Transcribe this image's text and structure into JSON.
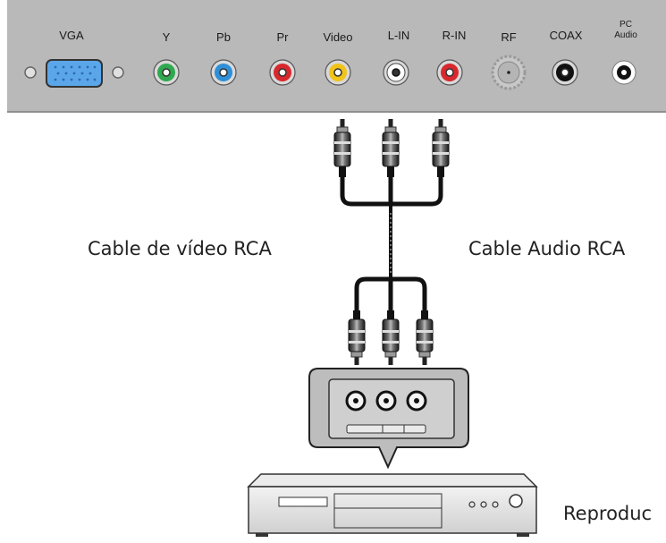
{
  "panel": {
    "ports": [
      {
        "key": "vga",
        "label": "VGA"
      },
      {
        "key": "y",
        "label": "Y",
        "color": "#2fa84f"
      },
      {
        "key": "pb",
        "label": "Pb",
        "color": "#2f8fd8"
      },
      {
        "key": "pr",
        "label": "Pr",
        "color": "#d8282e"
      },
      {
        "key": "video",
        "label": "Video",
        "color": "#f0c419"
      },
      {
        "key": "l_in",
        "label": "L-IN",
        "color": "#ffffff"
      },
      {
        "key": "r_in",
        "label": "R-IN",
        "color": "#d8282e"
      },
      {
        "key": "rf",
        "label": "RF"
      },
      {
        "key": "coax",
        "label": "COAX",
        "color": "#111111"
      },
      {
        "key": "pc_audio",
        "label_line1": "PC",
        "label_line2": "Audio",
        "color": "#111111"
      }
    ],
    "vga_color": "#5aa6e8"
  },
  "captions": {
    "video_cable": "Cable de vídeo RCA",
    "audio_cable": "Cable Audio RCA",
    "player": "Reproduc"
  }
}
